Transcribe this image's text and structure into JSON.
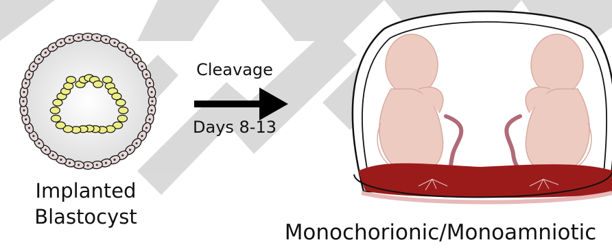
{
  "stage_label_line1": "Implanted",
  "stage_label_line2": "Blastocyst",
  "arrow_label_top": "Cleavage",
  "arrow_label_bottom": "Days 8-13",
  "result_label": "Monochorionic/Monoamniotic",
  "watermark_text": "MARBA",
  "colors": {
    "trophoblast_cell": "#e9dada",
    "inner_cell_mass": "#eeee88",
    "placenta": "#9b1b1b",
    "fetus": "#e8b6a8",
    "cord": "#b06a78",
    "outline": "#111111"
  }
}
